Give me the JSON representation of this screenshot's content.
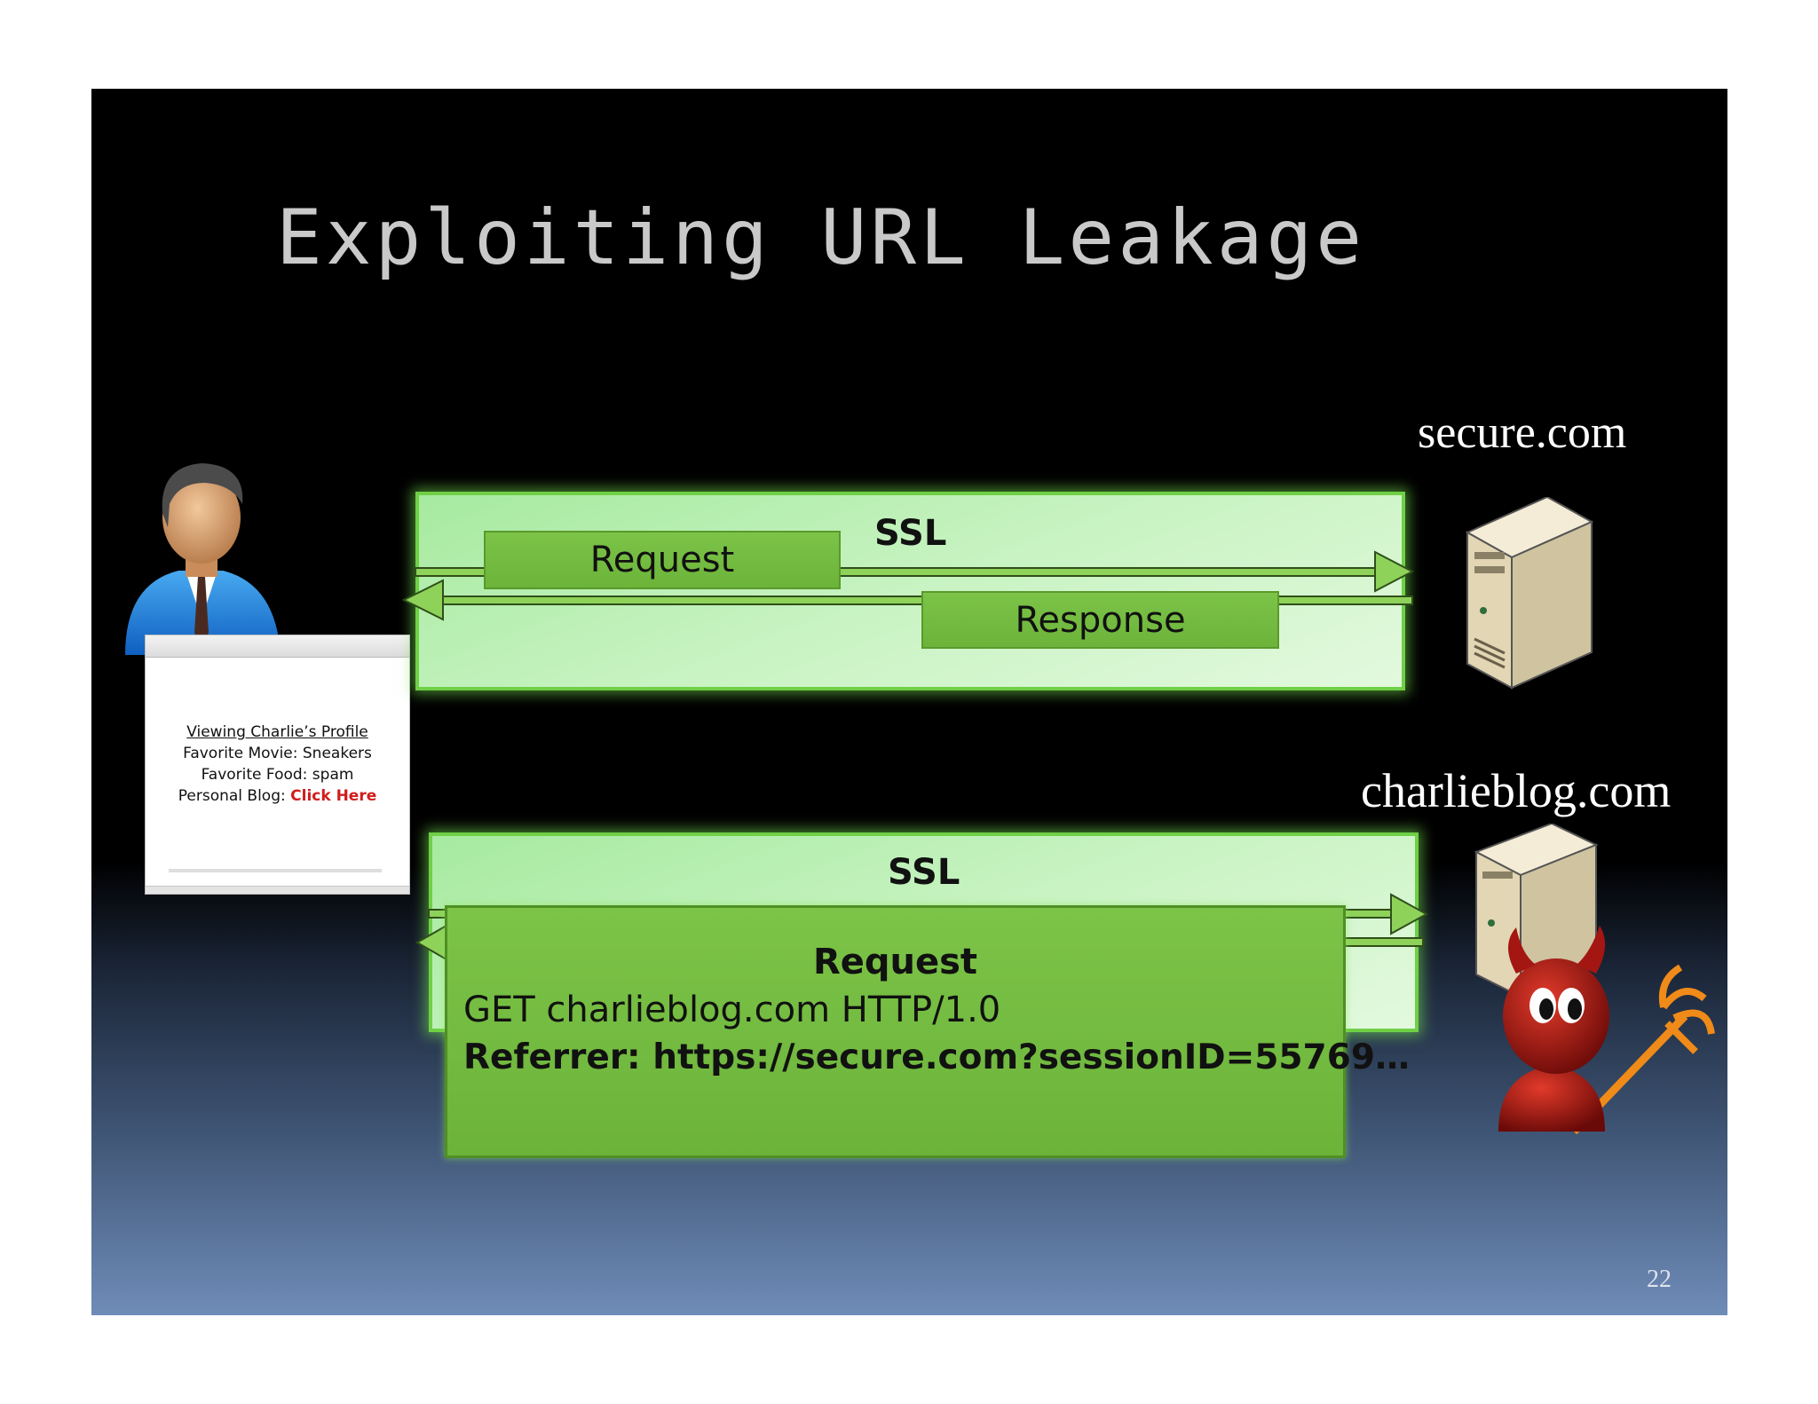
{
  "slide": {
    "title": "Exploiting URL Leakage",
    "page_number": "22"
  },
  "servers": {
    "secure": "secure.com",
    "blog": "charlieblog.com"
  },
  "top_channel": {
    "ssl_label": "SSL",
    "request_label": "Request",
    "response_label": "Response"
  },
  "bottom_channel": {
    "ssl_label": "SSL",
    "request_title": "Request",
    "request_line": "GET charlieblog.com HTTP/1.0",
    "referrer_line": "Referrer: https://secure.com?sessionID=55769…"
  },
  "browser": {
    "heading": "Viewing Charlie’s Profile",
    "movie": "Favorite Movie: Sneakers",
    "food": "Favorite Food: spam",
    "blog_prefix": "Personal Blog: ",
    "blog_link": "Click Here"
  },
  "colors": {
    "panel_glow": "#6fd046",
    "box_green": "#6cb33a",
    "link_red": "#d11c1c"
  }
}
